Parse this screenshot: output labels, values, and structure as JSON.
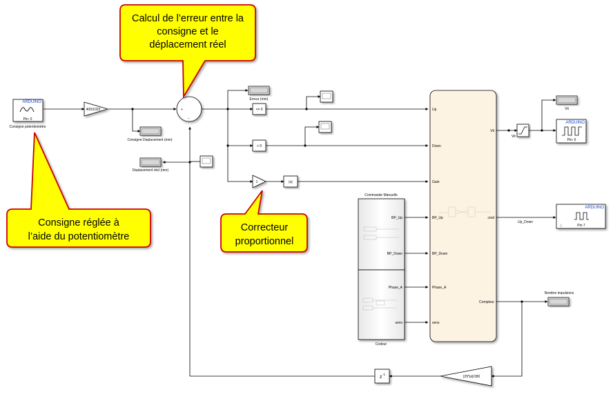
{
  "callouts": {
    "top": [
      "Calcul de l’erreur entre la",
      "consigne et le",
      "déplacement réel"
    ],
    "left": [
      "Consigne réglée à",
      "l’aide du potentiomètre"
    ],
    "bottom": [
      "Correcteur",
      "proportionnel"
    ]
  },
  "source_block": {
    "brand": "ARDUINO",
    "pin": "Pin: 0",
    "caption": "Consigne potentiomètre"
  },
  "gain_block": {
    "value": "400/1023"
  },
  "displays": {
    "consigne_caption": "Consigne Deplacement (mm)",
    "deplacement_caption": "Deplacement réel (mm)",
    "erreur_caption": "Erreur (mm)",
    "vit_caption": "Vit",
    "impulsions_caption": "Nombre impulsions"
  },
  "relational": {
    "le": "<= 0",
    "gt": "> 0"
  },
  "kp_block": {
    "value": "1"
  },
  "abs_block": {
    "value": "|u|"
  },
  "subsystem": {
    "inputs": [
      "Up",
      "Down",
      "Gain",
      "BP_Up",
      "BP_Down",
      "Phase_A",
      "sens"
    ],
    "outputs": [
      "Vit",
      "cmd",
      "Compteur"
    ]
  },
  "manual_block": {
    "title": "Commande Manuelle",
    "outputs": [
      "BP_Up",
      "BP_Down"
    ]
  },
  "codeur_block": {
    "title": "Codeur",
    "outputs": [
      "Phase_A",
      "sens"
    ]
  },
  "signals": {
    "vit": "Vit",
    "up_down": "Up_Down"
  },
  "pwm_block": {
    "brand": "ARDUINO",
    "pin": "Pin: 6"
  },
  "digital_block": {
    "brand": "ARDUINO",
    "pin": "Pin 7"
  },
  "feedback": {
    "gain": "(29*pi)/180",
    "delay": "z",
    "delay_exp": "-1"
  },
  "sum_signs": {
    "plus": "+",
    "minus": "−"
  }
}
